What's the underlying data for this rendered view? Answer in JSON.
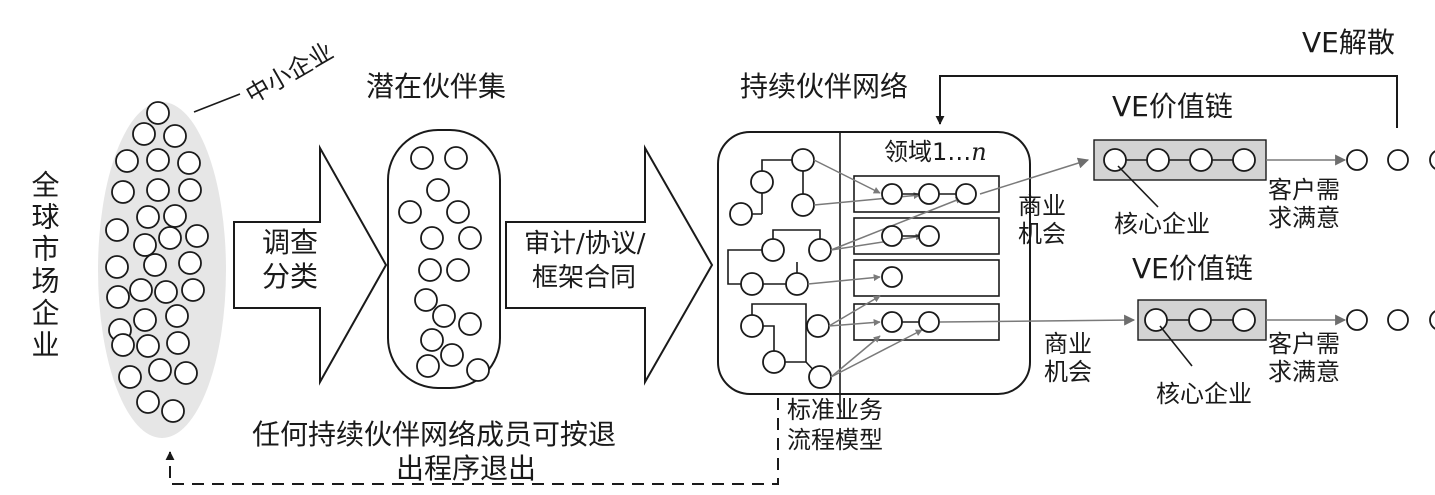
{
  "labels": {
    "global_companies": "全球市场企业",
    "sme": "中小企业",
    "potential_partners": "潜在伙伴集",
    "survey_line1": "调查",
    "survey_line2": "分类",
    "audit_line1": "审计/协议/",
    "audit_line2": "框架合同",
    "sustained_network": "持续伙伴网络",
    "domain": "领域1…",
    "domain_n": "n",
    "ve_dissolve": "VE解散",
    "ve_value_chain_1": "VE价值链",
    "ve_value_chain_2": "VE价值链",
    "biz_opportunity_1_line1": "商业",
    "biz_opportunity_1_line2": "机会",
    "biz_opportunity_2_line1": "商业",
    "biz_opportunity_2_line2": "机会",
    "core_company_1": "核心企业",
    "core_company_2": "核心企业",
    "customer_need_1_line1": "客户需",
    "customer_need_1_line2": "求满意",
    "customer_need_2_line1": "客户需",
    "customer_need_2_line2": "求满意",
    "std_process_line1": "标准业务",
    "std_process_line2": "流程模型",
    "exit_line1": "任何持续伙伴网络成员可按退",
    "exit_line2": "出程序退出"
  },
  "colors": {
    "ellipse_fill": "#e6e6e6",
    "chain_box_fill": "#d3d3d3",
    "line": "#1a1a1a",
    "gray_line": "#7a7a7a"
  }
}
